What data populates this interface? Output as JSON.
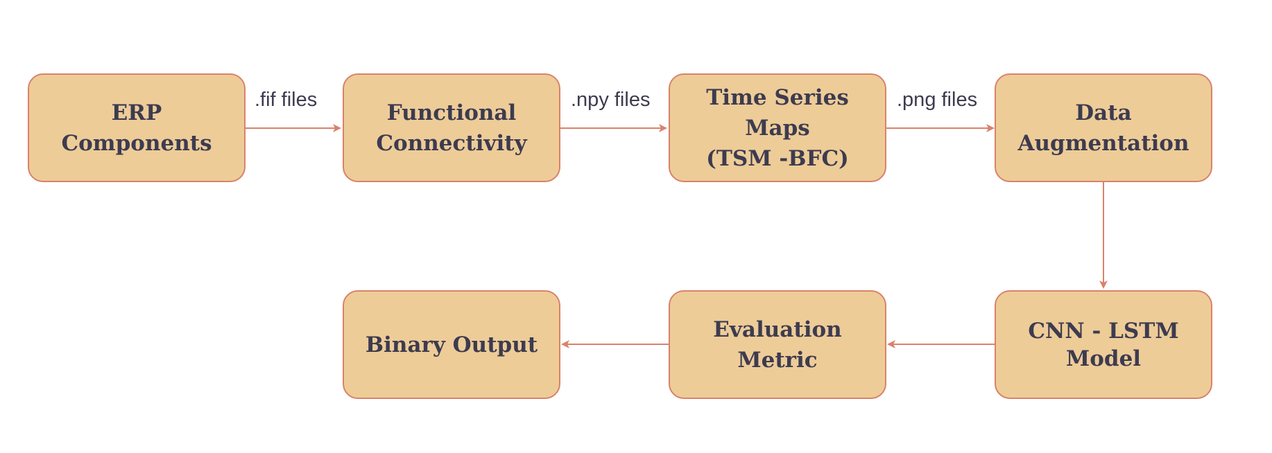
{
  "diagram": {
    "nodes": {
      "erp": "ERP\nComponents",
      "functional": "Functional\nConnectivity",
      "tsm": "Time Series Maps\n(TSM -BFC)",
      "augmentation": "Data\nAugmentation",
      "cnn_lstm": "CNN - LSTM\nModel",
      "evaluation": "Evaluation Metric",
      "binary": "Binary Output"
    },
    "edges": {
      "erp_to_functional": ".fif files",
      "functional_to_tsm": ".npy files",
      "tsm_to_augmentation": ".png files"
    },
    "colors": {
      "node_fill": "#edcc98",
      "node_border": "#d9826a",
      "arrow": "#d9826a",
      "text": "#3d3b4f"
    }
  }
}
